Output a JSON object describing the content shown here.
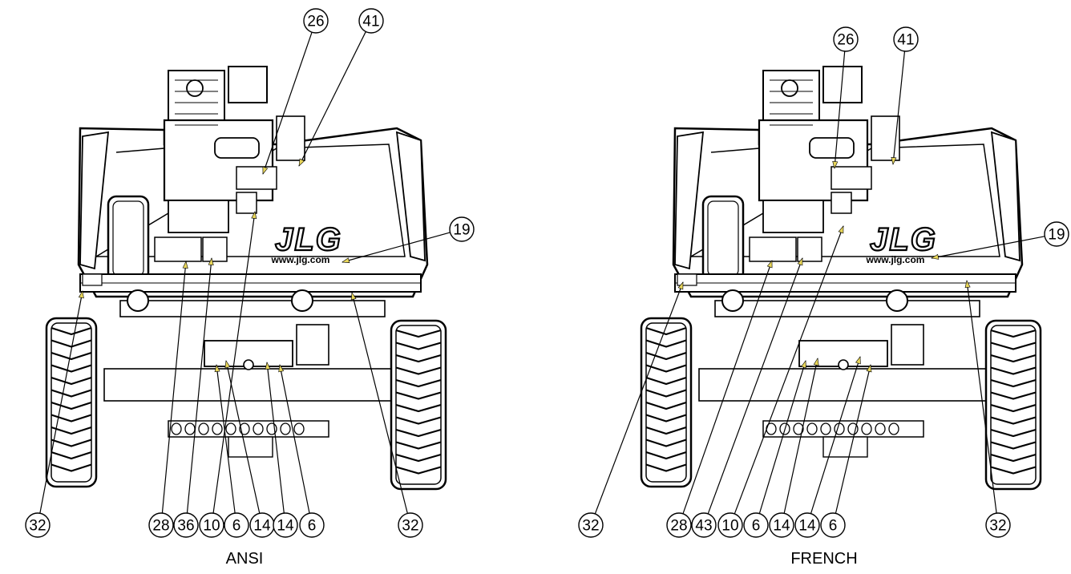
{
  "figure": {
    "views": [
      {
        "id": "ansi",
        "caption": "ANSI",
        "brand": {
          "logo": "JLG",
          "url": "www.jlg.com"
        },
        "callouts": [
          "26",
          "41",
          "19",
          "32",
          "28",
          "36",
          "10",
          "6",
          "14",
          "14",
          "6",
          "32"
        ]
      },
      {
        "id": "french",
        "caption": "FRENCH",
        "brand": {
          "logo": "JLG",
          "url": "www.jlg.com"
        },
        "callouts": [
          "26",
          "41",
          "19",
          "32",
          "28",
          "43",
          "10",
          "6",
          "14",
          "14",
          "6",
          "32"
        ]
      }
    ]
  },
  "style": {
    "ink": "#000000",
    "paper": "#ffffff",
    "pointer": "#e8d65a"
  }
}
